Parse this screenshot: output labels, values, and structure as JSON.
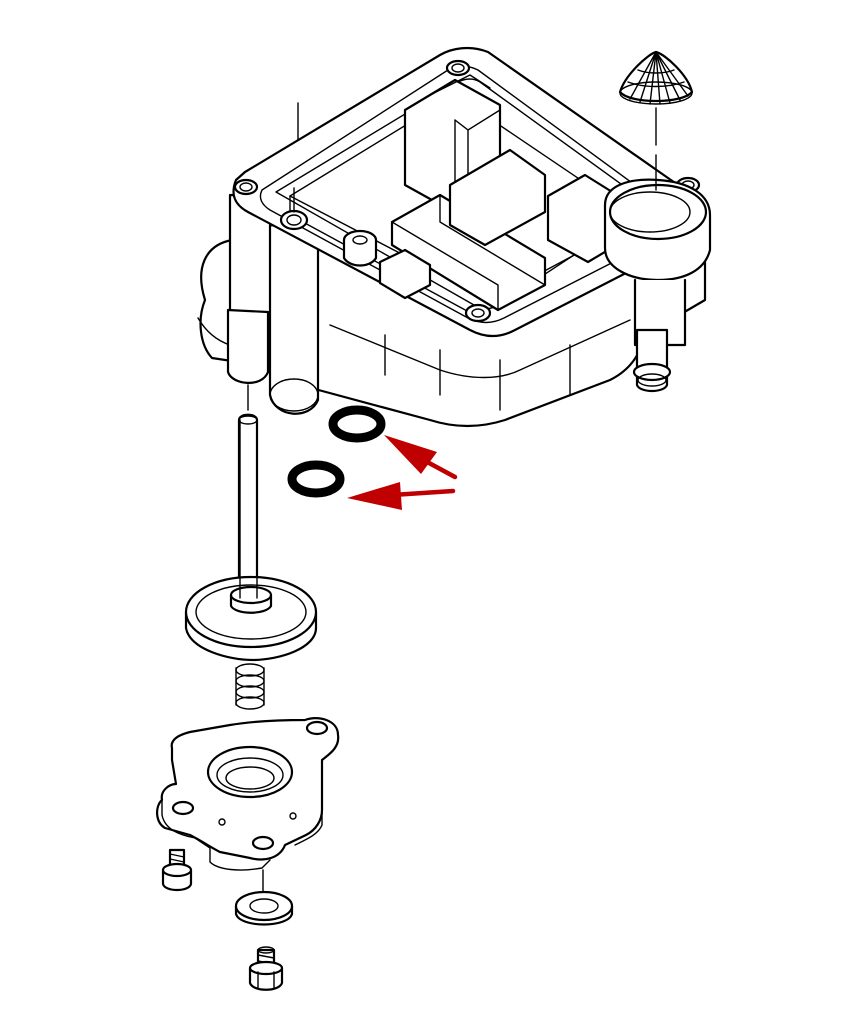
{
  "diagram": {
    "parts": [
      {
        "id": "float-bowl",
        "icon": "float-bowl-housing"
      },
      {
        "id": "filter-cone",
        "icon": "cone-filter-screen"
      },
      {
        "id": "o-ring-upper",
        "icon": "o-ring"
      },
      {
        "id": "o-ring-lower",
        "icon": "o-ring"
      },
      {
        "id": "diaphragm-plunger",
        "icon": "diaphragm-with-rod"
      },
      {
        "id": "spring",
        "icon": "coil-spring"
      },
      {
        "id": "accelerator-pump-cover",
        "icon": "pump-cover"
      },
      {
        "id": "screw",
        "icon": "screw"
      },
      {
        "id": "washer",
        "icon": "washer"
      },
      {
        "id": "drain-screw",
        "icon": "drain-screw"
      }
    ],
    "colors": {
      "line": "#000000",
      "background": "#ffffff",
      "highlight_arrow": "#c00000",
      "o_ring": "#000000"
    }
  }
}
